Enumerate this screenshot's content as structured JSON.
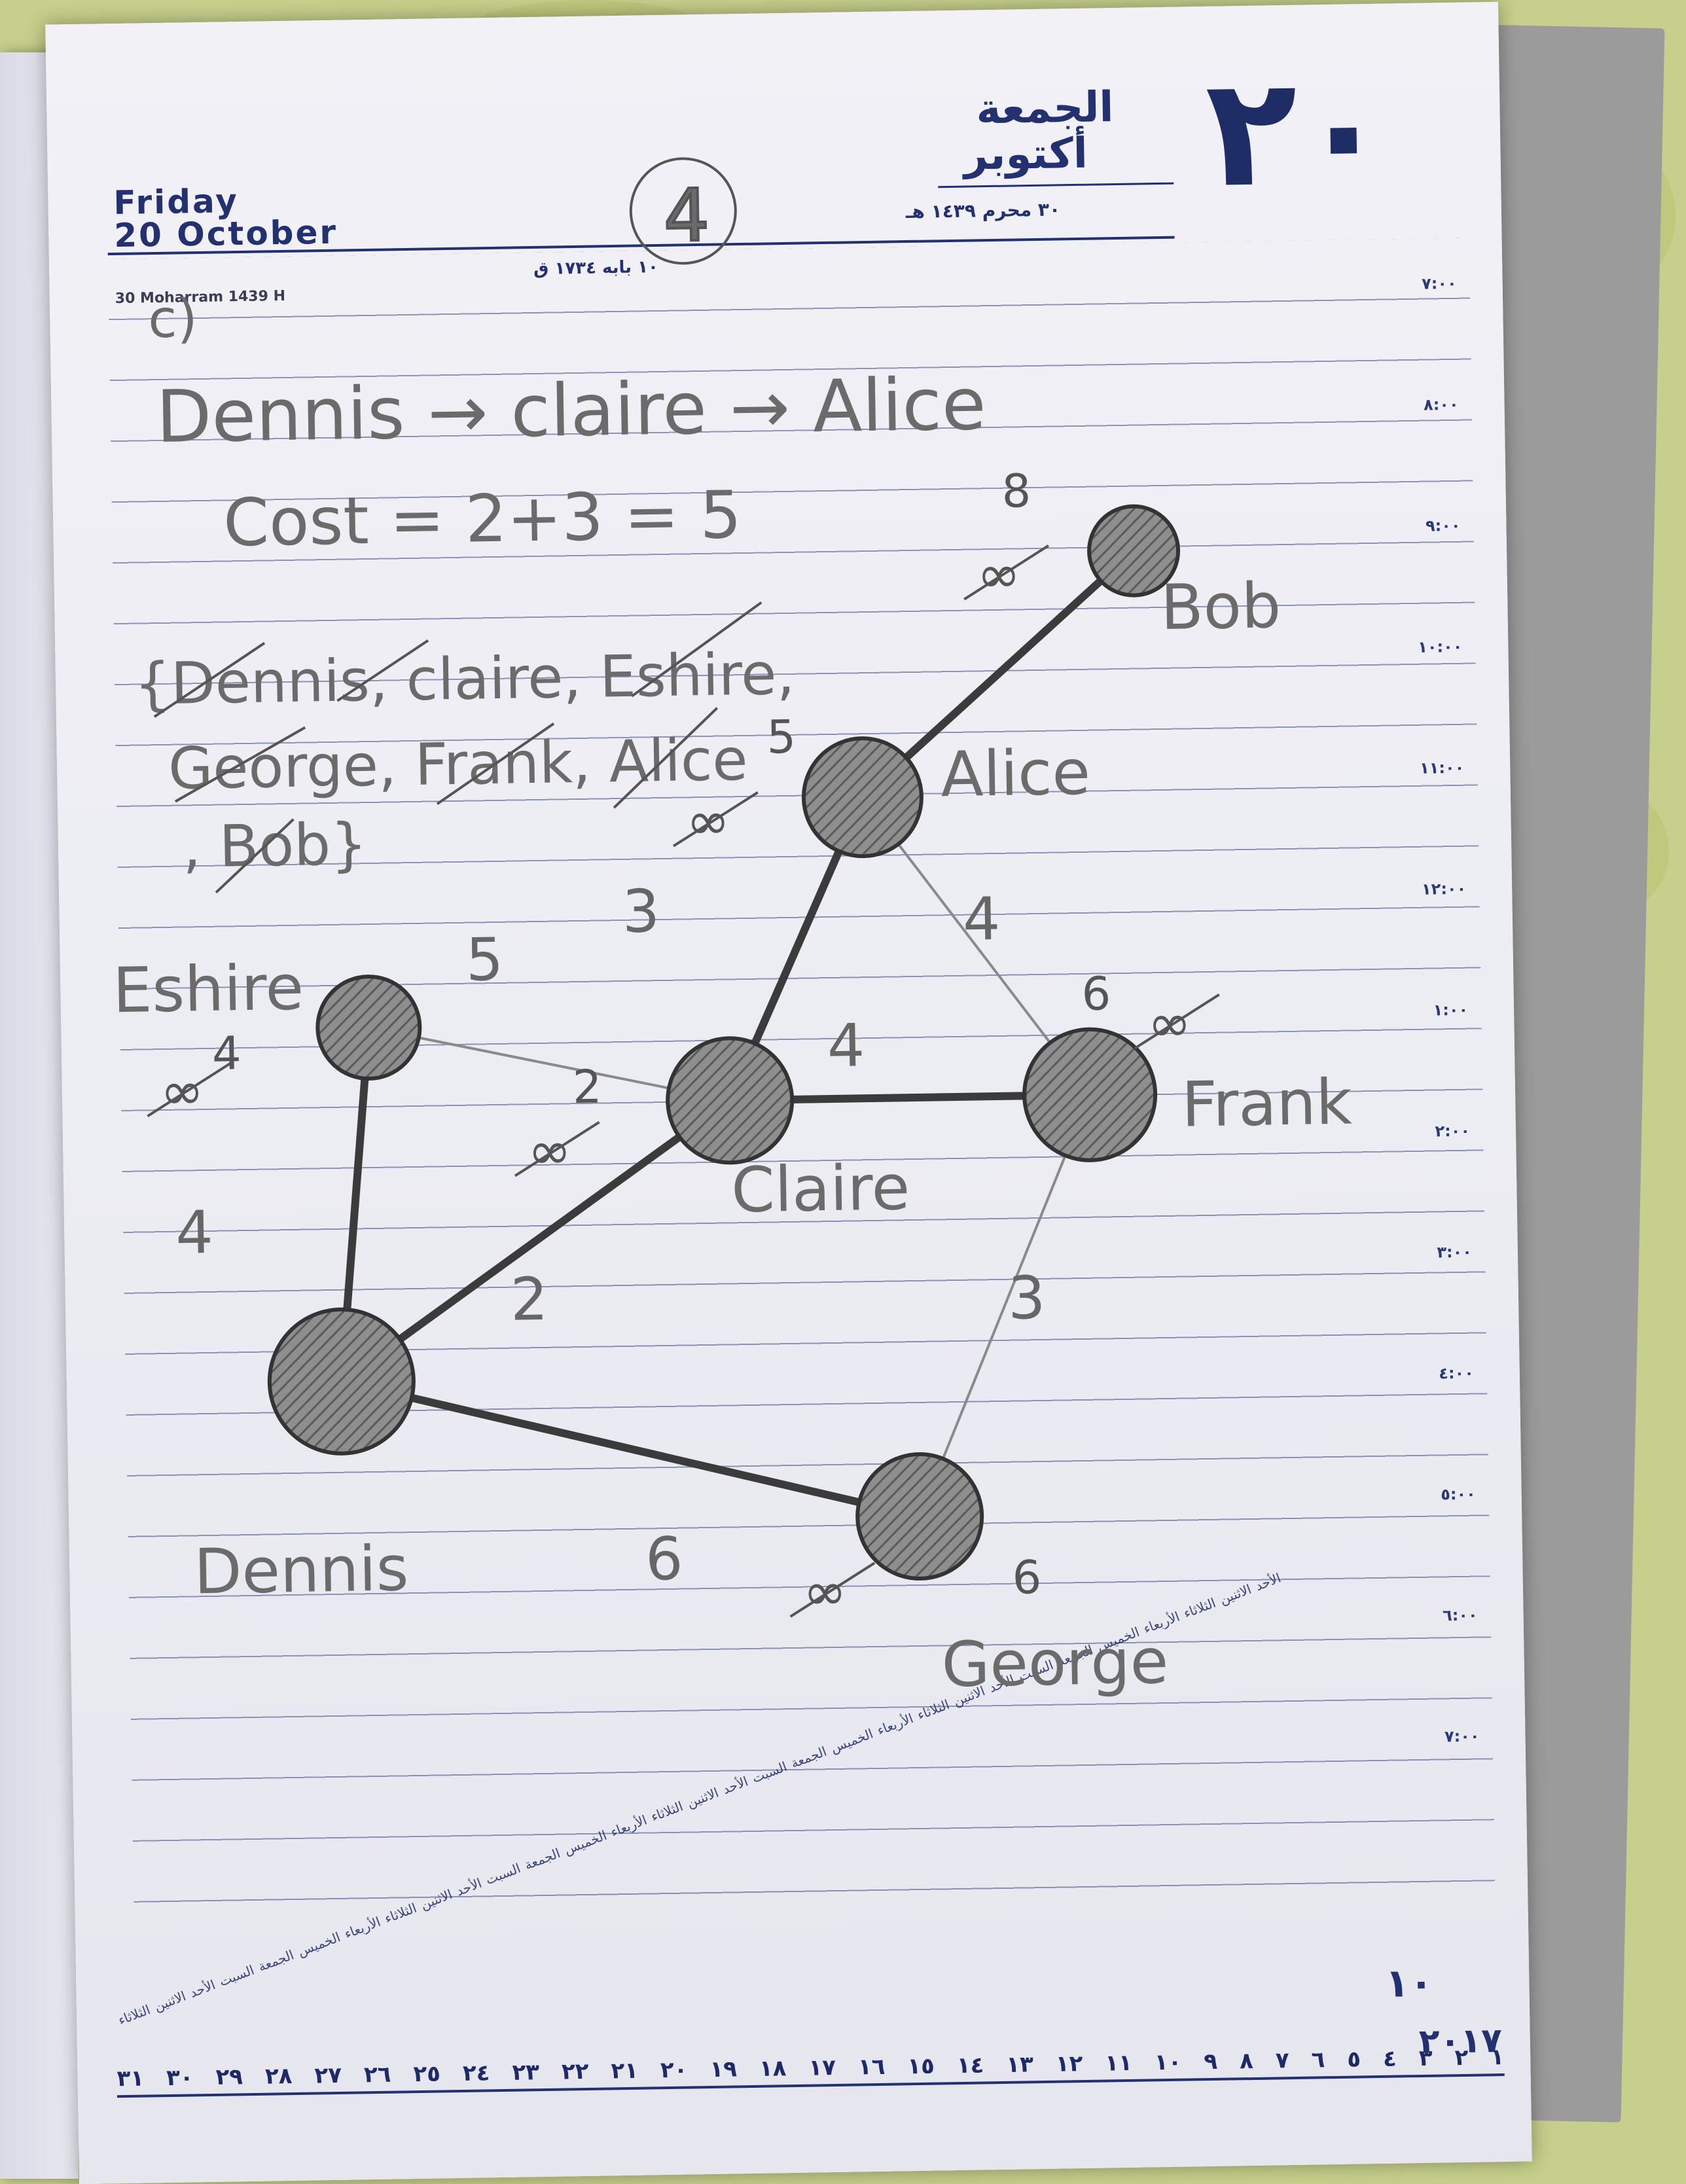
{
  "planner": {
    "day_en": "Friday",
    "date_en": "20 October",
    "hijri_en": "30 Moharram 1439 H",
    "coptic_ar": "١٠ بابه ١٧٣٤ ق",
    "day_ar": "الجمعة",
    "month_ar": "أكتوبر",
    "hijri_ar": "٣٠ محرم ١٤٣٩ هـ",
    "day_number_ar": "٢٠",
    "month_number_ar": "١٠",
    "year_ar": "٢٠١٧",
    "times": [
      "٧:٠٠",
      "٨:٠٠",
      "٩:٠٠",
      "١٠:٠٠",
      "١١:٠٠",
      "١٢:٠٠",
      "١:٠٠",
      "٢:٠٠",
      "٣:٠٠",
      "٤:٠٠",
      "٥:٠٠",
      "٦:٠٠",
      "٧:٠٠"
    ],
    "day_numbers_ar": [
      "٣١",
      "٣٠",
      "٢٩",
      "٢٨",
      "٢٧",
      "٢٦",
      "٢٥",
      "٢٤",
      "٢٣",
      "٢٢",
      "٢١",
      "٢٠",
      "١٩",
      "١٨",
      "١٧",
      "١٦",
      "١٥",
      "١٤",
      "١٣",
      "١٢",
      "١١",
      "١٠",
      "٩",
      "٨",
      "٧",
      "٦",
      "٥",
      "٤",
      "٣",
      "٢",
      "١"
    ],
    "weekday_names_ar": [
      "الثلاثاء",
      "الاثنين",
      "الأحد",
      "السبت",
      "الجمعة",
      "الخميس",
      "الأربعاء",
      "الثلاثاء",
      "الاثنين",
      "الأحد",
      "السبت",
      "الجمعة",
      "الخميس",
      "الأربعاء",
      "الثلاثاء",
      "الاثنين",
      "الأحد",
      "السبت",
      "الجمعة",
      "الخميس",
      "الأربعاء",
      "الثلاثاء",
      "الاثنين",
      "الأحد",
      "السبت",
      "الجمعة",
      "الخميس",
      "الأربعاء",
      "الثلاثاء",
      "الاثنين",
      "الأحد"
    ]
  },
  "notes": {
    "page_number": "4",
    "part_label": "c)",
    "path": "Dennis → claire → Alice",
    "cost": "Cost = 2+3 = 5",
    "visited_line1": "{Dennis, claire, Eshire,",
    "visited_line2": "George, Frank, Alice",
    "visited_line3": ", Bob}"
  },
  "graph": {
    "nodes": [
      {
        "id": "bob",
        "label": "Bob",
        "dist": "8",
        "old": "∞"
      },
      {
        "id": "alice",
        "label": "Alice",
        "dist": "5",
        "old": "∞"
      },
      {
        "id": "eshire",
        "label": "Eshire",
        "dist": "4",
        "old": "∞"
      },
      {
        "id": "claire",
        "label": "Claire",
        "dist": "2",
        "old": "∞"
      },
      {
        "id": "frank",
        "label": "Frank",
        "dist": "6",
        "old": "∞"
      },
      {
        "id": "dennis",
        "label": "Dennis",
        "dist": "",
        "old": ""
      },
      {
        "id": "george",
        "label": "George",
        "dist": "6",
        "old": "∞"
      }
    ],
    "edges": [
      {
        "from": "alice",
        "to": "bob",
        "weight": "",
        "tree": true
      },
      {
        "from": "claire",
        "to": "alice",
        "weight": "3",
        "tree": true
      },
      {
        "from": "alice",
        "to": "frank",
        "weight": "4",
        "tree": false
      },
      {
        "from": "eshire",
        "to": "claire",
        "weight": "5",
        "tree": false
      },
      {
        "from": "claire",
        "to": "frank",
        "weight": "4",
        "tree": true
      },
      {
        "from": "eshire",
        "to": "dennis",
        "weight": "4",
        "tree": true
      },
      {
        "from": "dennis",
        "to": "claire",
        "weight": "2",
        "tree": true
      },
      {
        "from": "frank",
        "to": "george",
        "weight": "3",
        "tree": false
      },
      {
        "from": "dennis",
        "to": "george",
        "weight": "6",
        "tree": true
      }
    ]
  }
}
